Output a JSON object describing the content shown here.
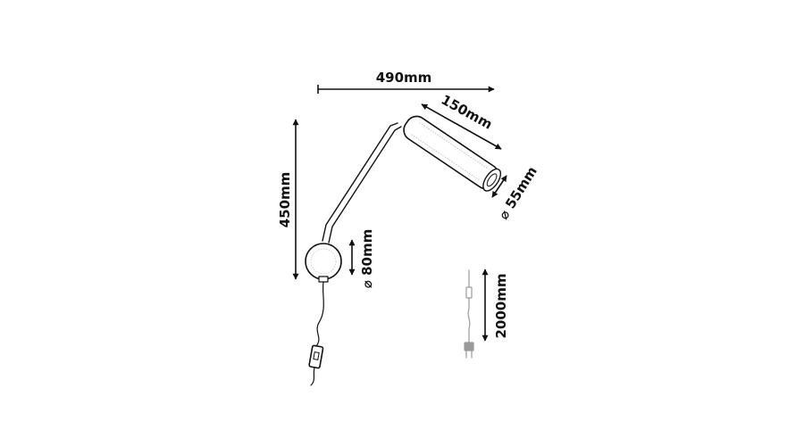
{
  "dimensions": {
    "width": "490mm",
    "height": "450mm",
    "head_length": "150mm",
    "head_diameter": "⌀ 55mm",
    "base_diameter": "⌀ 80mm",
    "cable_length": "2000mm"
  },
  "colors": {
    "line": "#111111",
    "secondary": "#9a9a9a",
    "background": "#ffffff"
  }
}
